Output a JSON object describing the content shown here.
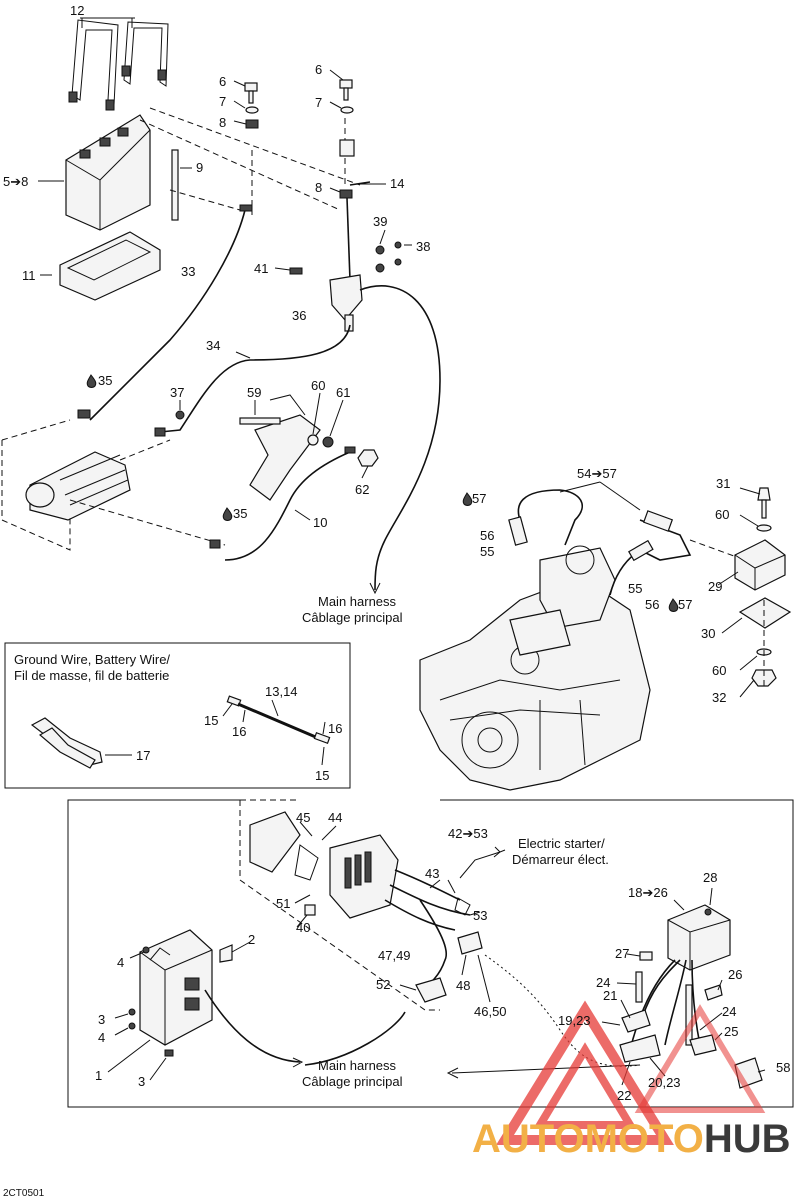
{
  "callouts": {
    "c12": "12",
    "c6a": "6",
    "c7a": "7",
    "c8a": "8",
    "c6b": "6",
    "c7b": "7",
    "c5_8": "5➔8",
    "c9": "9",
    "c8b": "8",
    "c14": "14",
    "c39": "39",
    "c38": "38",
    "c11": "11",
    "c33": "33",
    "c41": "41",
    "c36": "36",
    "c34": "34",
    "c35a": "35",
    "c37": "37",
    "c59": "59",
    "c60a": "60",
    "c61": "61",
    "c62": "62",
    "c35b": "35",
    "c10": "10",
    "c54_57": "54➔57",
    "c57a": "57",
    "c31": "31",
    "c56a": "56",
    "c55a": "55",
    "c60b": "60",
    "c29": "29",
    "c55b": "55",
    "c56b": "56",
    "c57b": "57",
    "c30": "30",
    "c60c": "60",
    "c32": "32",
    "c13_14": "13,14",
    "c15a": "15",
    "c16a": "16",
    "c16b": "16",
    "c15b": "15",
    "c17": "17",
    "c45": "45",
    "c44": "44",
    "c42_53": "42➔53",
    "c43": "43",
    "c51": "51",
    "c53": "53",
    "c40": "40",
    "c28": "28",
    "c18_26": "18➔26",
    "c2": "2",
    "c47_49": "47,49",
    "c27": "27",
    "c26": "26",
    "c4a": "4",
    "c52": "52",
    "c48": "48",
    "c46_50": "46,50",
    "c24a": "24",
    "c21": "21",
    "c24b": "24",
    "c3a": "3",
    "c4b": "4",
    "c19_23": "19,23",
    "c25": "25",
    "c1": "1",
    "c58": "58",
    "c3b": "3",
    "c22": "22",
    "c20_23": "20,23"
  },
  "captions": {
    "main_harness_en_1": "Main harness",
    "main_harness_fr_1": "Câblage principal",
    "ground_title_en": "Ground Wire, Battery Wire/",
    "ground_title_fr": "Fil de masse, fil de batterie",
    "starter_en": "Electric starter/",
    "starter_fr": "Démarreur élect.",
    "main_harness_en_2": "Main harness",
    "main_harness_fr_2": "Câblage principal"
  },
  "figure_code": "2CT0501",
  "watermark": {
    "part1": "AUTOMOTO",
    "part2": "HUB",
    "color_orange": "#f2b046",
    "color_dark": "#3a3a3a",
    "color_red": "#e53935"
  }
}
